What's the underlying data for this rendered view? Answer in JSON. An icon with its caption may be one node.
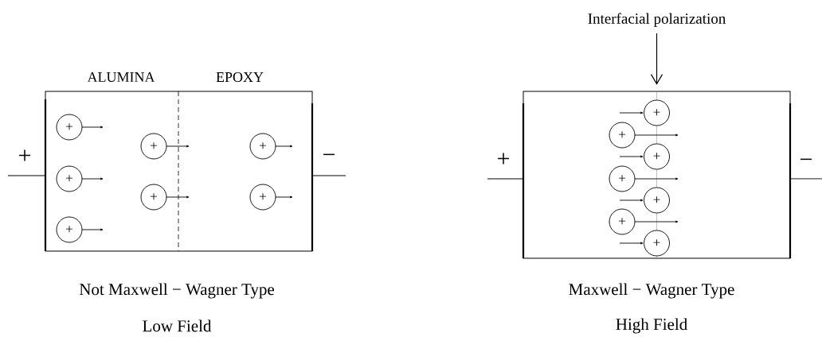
{
  "diagram": {
    "nodes": [
      {
        "text": [
          "ALUMINA",
          "EPOXY"
        ]
      },
      {
        "text": [
          "+"
        ],
        "in": 0
      },
      {
        "text": [
          "+"
        ],
        "in": 0
      },
      {
        "text": [
          "+"
        ],
        "in": 0
      },
      {
        "text": [
          "+"
        ],
        "in": 0
      },
      {
        "text": [
          "+"
        ],
        "in": 0
      },
      {
        "text": [
          "+"
        ],
        "in": 0
      },
      {
        "text": [
          "+"
        ],
        "in": 0
      },
      {
        "text": [],
        "shape": "box"
      },
      {
        "text": [
          "Interfacial polarization"
        ]
      },
      {
        "text": [
          "+"
        ],
        "in": 8
      },
      {
        "text": [
          "+"
        ],
        "in": 8
      },
      {
        "text": [
          "+"
        ],
        "in": 8
      },
      {
        "text": [
          "+"
        ],
        "in": 8
      },
      {
        "text": [
          "+"
        ],
        "in": 8
      },
      {
        "text": [
          "+"
        ],
        "in": 8
      },
      {
        "text": [
          "+"
        ],
        "in": 8
      }
    ],
    "edges": [
      {
        "from": 9,
        "to": 8,
        "arrow": "to"
      }
    ],
    "labels": [
      "+",
      "−",
      "Not Maxwell − Wagner Type",
      "Low Field",
      "+",
      "−",
      "Maxwell − Wagner Type",
      "High Field"
    ]
  }
}
